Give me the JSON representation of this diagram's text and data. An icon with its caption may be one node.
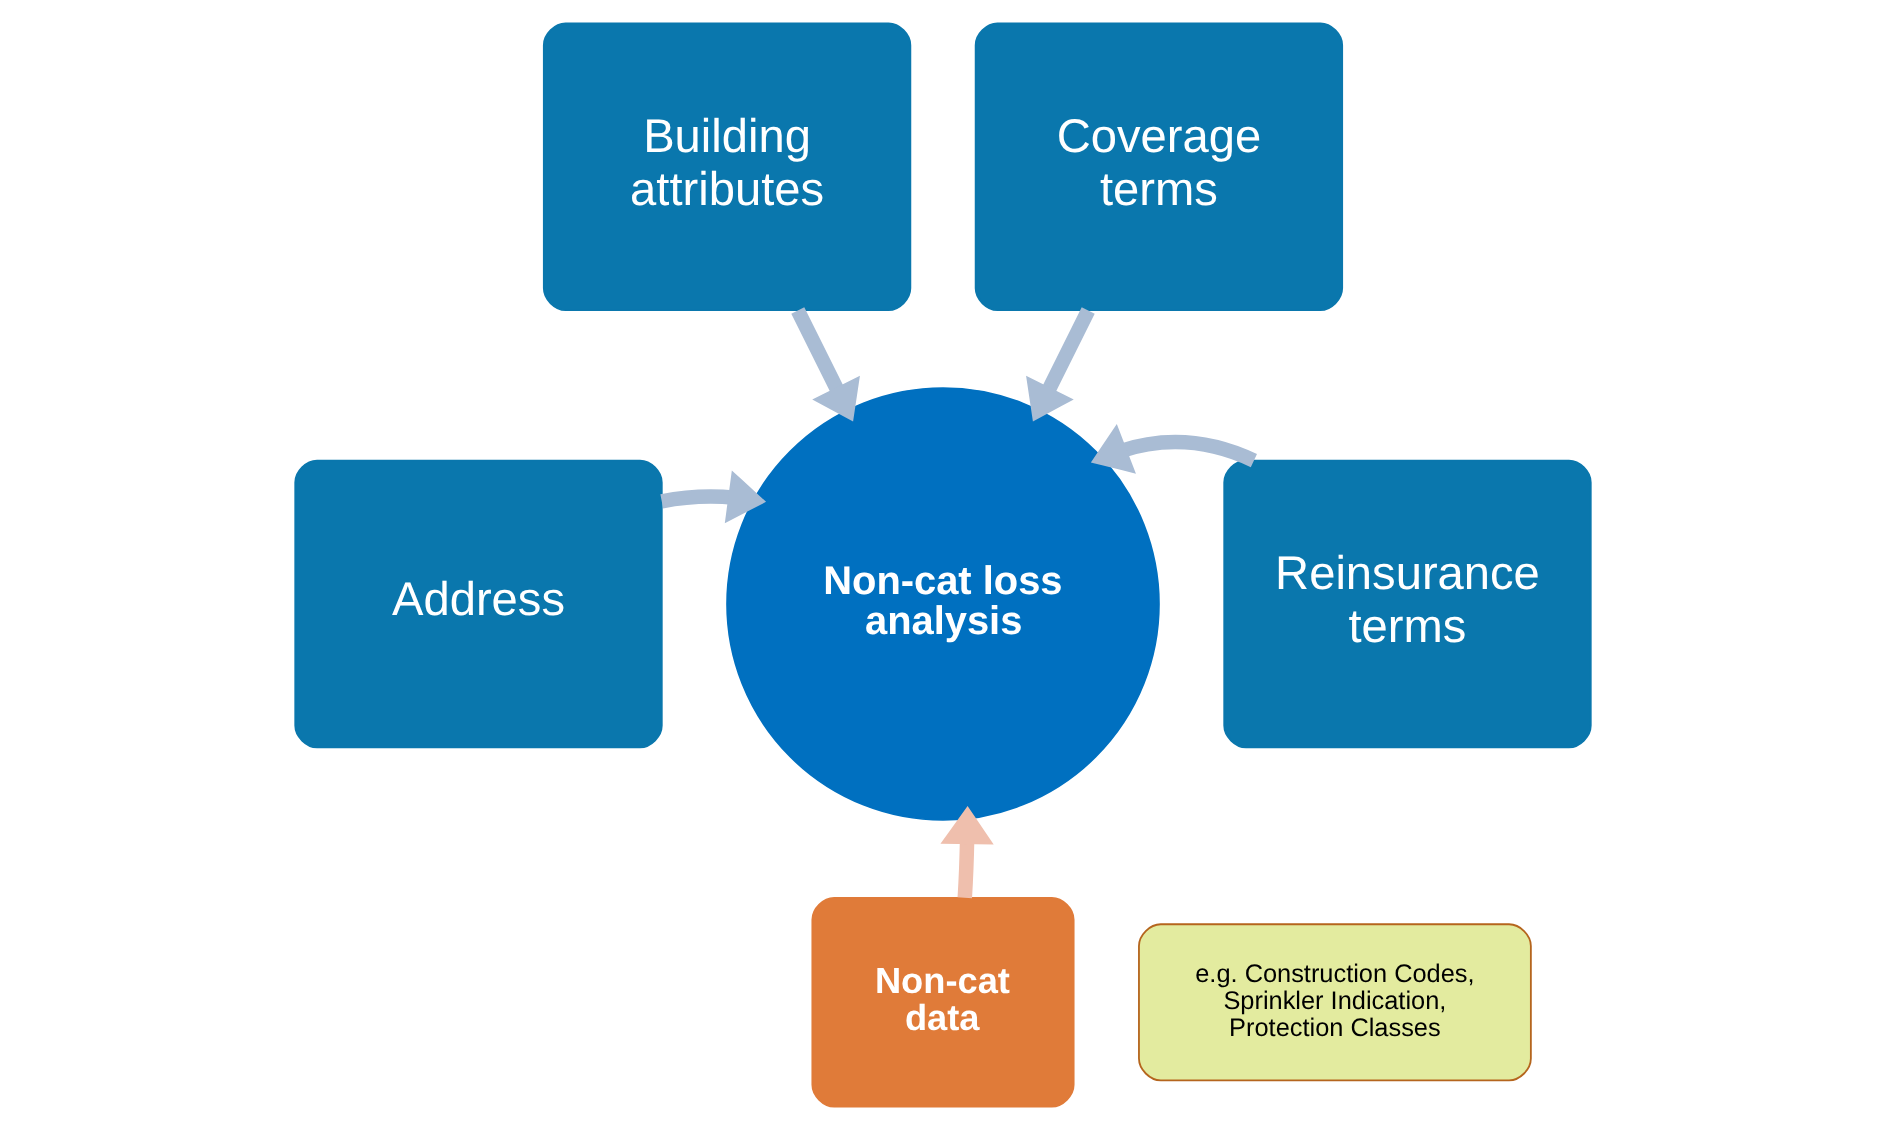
{
  "diagram": {
    "nodes": [
      {
        "text": [
          "Building attributes"
        ]
      },
      {
        "text": [
          "Coverage terms"
        ]
      },
      {
        "text": [
          "Address"
        ]
      },
      {
        "text": [
          "Reinsurance terms"
        ]
      },
      {
        "text": [
          "Non-cat loss analysis"
        ]
      },
      {
        "text": [
          "Non-cat data"
        ]
      },
      {
        "text": [
          "e.g. Construction Codes, Sprinkler Indication, Protection Classes"
        ]
      }
    ],
    "edges": [
      {
        "from": 0,
        "to": 4,
        "arrow": "to"
      },
      {
        "from": 1,
        "to": 4,
        "arrow": "to"
      },
      {
        "from": 2,
        "to": 4,
        "arrow": "to"
      },
      {
        "from": 3,
        "to": 4,
        "arrow": "to"
      },
      {
        "from": 5,
        "to": 4,
        "arrow": "to",
        "color": "#efbfad"
      }
    ]
  }
}
